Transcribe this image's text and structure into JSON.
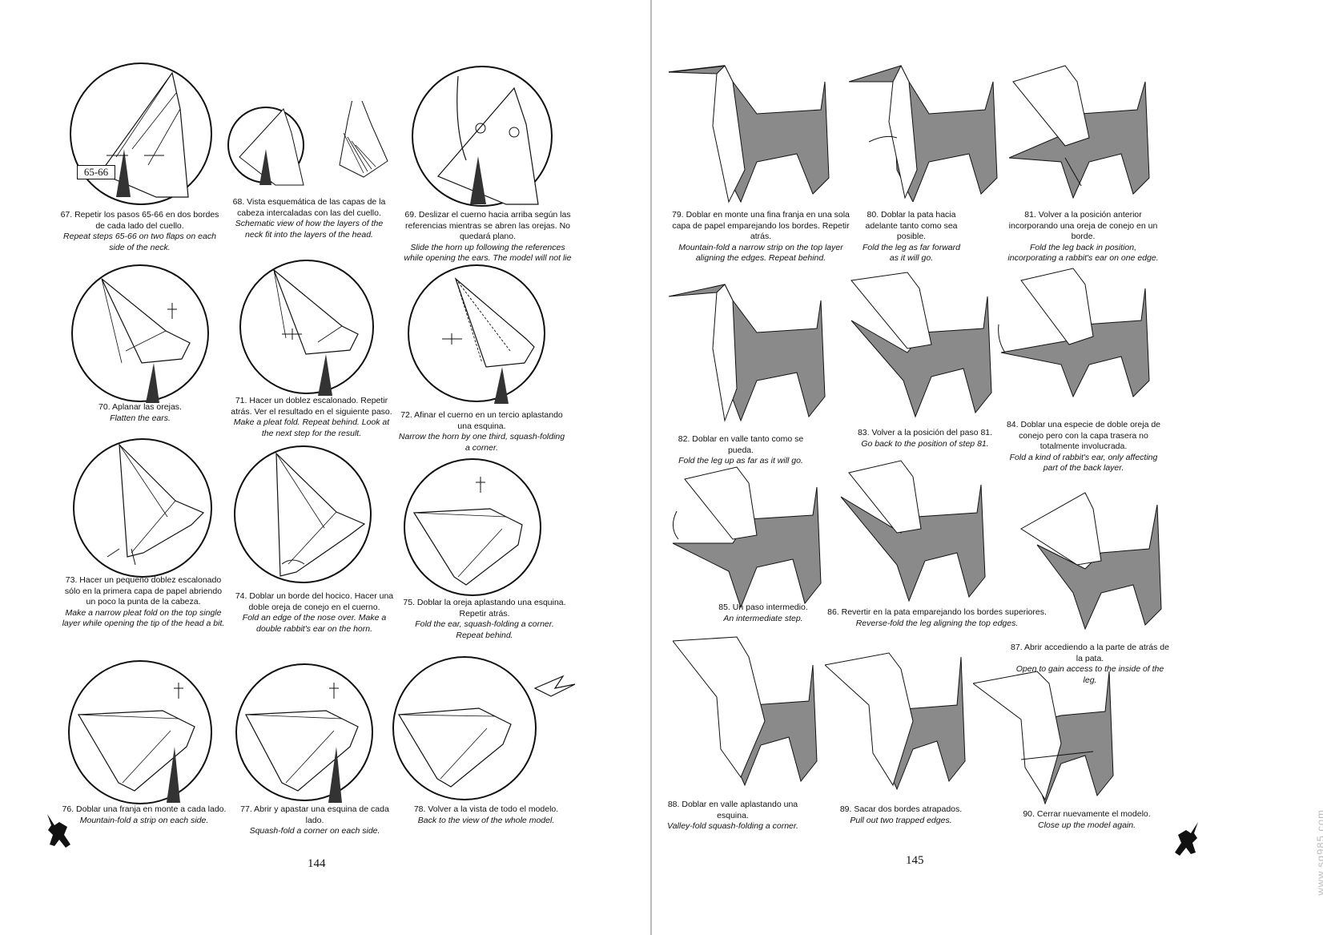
{
  "left_page": {
    "page_number": "144",
    "steps": [
      {
        "label_box": "65-66",
        "es": "67. Repetir los pasos 65-66 en dos bordes de cada lado del cuello.",
        "en": "Repeat steps 65-66 on two flaps on each side of the neck."
      },
      {
        "es": "68. Vista esquemática de las capas de la cabeza intercaladas con las del cuello.",
        "en": "Schematic view of how the layers of the neck fit into the layers of the head."
      },
      {
        "es": "69. Deslizar el cuerno hacia arriba según las referencias mientras se abren las orejas. No quedará plano.",
        "en": "Slide the horn up following the references while opening the ears. The model will not lie flat."
      },
      {
        "es": "70. Aplanar las orejas.",
        "en": "Flatten the ears."
      },
      {
        "es": "71. Hacer un doblez escalonado. Repetir atrás. Ver el resultado en el siguiente paso.",
        "en": "Make a pleat fold. Repeat behind. Look at the next step for the result."
      },
      {
        "es": "72. Afinar el cuerno en un tercio aplastando una esquina.",
        "en": "Narrow the horn by one third, squash-folding a corner."
      },
      {
        "es": "73. Hacer un pequeño doblez escalonado sólo en la primera capa de papel abriendo un poco la punta de la cabeza.",
        "en": "Make a narrow pleat fold on the top single layer while opening the tip of the head a bit."
      },
      {
        "es": "74. Doblar un borde del hocico. Hacer una doble oreja de conejo en el cuerno.",
        "en": "Fold an edge of the nose over. Make a double rabbit's ear on the horn."
      },
      {
        "es": "75. Doblar la oreja aplastando una esquina. Repetir atrás.",
        "en": "Fold the ear, squash-folding a corner. Repeat behind."
      },
      {
        "es": "76. Doblar una franja en monte a cada lado.",
        "en": "Mountain-fold a strip on each side."
      },
      {
        "es": "77. Abrir y apastar una esquina de cada lado.",
        "en": "Squash-fold a corner on each side."
      },
      {
        "es": "78. Volver a la vista de todo el modelo.",
        "en": "Back to the view of the whole model."
      }
    ]
  },
  "right_page": {
    "page_number": "145",
    "steps": [
      {
        "es": "79. Doblar en monte una fina franja en una sola capa de papel emparejando los bordes. Repetir atrás.",
        "en": "Mountain-fold a narrow strip on the top layer aligning the edges. Repeat behind."
      },
      {
        "es": "80. Doblar la pata hacia adelante tanto como sea posible.",
        "en": "Fold the leg as far forward as it will go."
      },
      {
        "es": "81. Volver a la posición anterior incorporando una oreja de conejo en un borde.",
        "en": "Fold the leg back in position, incorporating a rabbit's ear on one edge."
      },
      {
        "es": "82. Doblar en valle tanto como se pueda.",
        "en": "Fold the leg up as far as it will go."
      },
      {
        "es": "83. Volver a la posición del paso 81.",
        "en": "Go back to the position of step 81."
      },
      {
        "es": "84. Doblar una especie de doble oreja de conejo pero con la capa trasera no totalmente involucrada.",
        "en": "Fold a kind of rabbit's ear, only affecting part of the back layer."
      },
      {
        "es": "85. Un paso intermedio.",
        "en": "An intermediate step."
      },
      {
        "es": "86. Revertir en la pata emparejando los bordes superiores.",
        "en": "Reverse-fold the leg aligning the top edges."
      },
      {
        "es": "87. Abrir accediendo a la parte de atrás de la pata.",
        "en": "Open to gain access to the inside of the leg."
      },
      {
        "es": "88. Doblar en valle aplastando una esquina.",
        "en": "Valley-fold squash-folding a corner."
      },
      {
        "es": "89. Sacar dos bordes atrapados.",
        "en": "Pull out two trapped edges."
      },
      {
        "es": "90. Cerrar nuevamente el modelo.",
        "en": "Close up the model again."
      }
    ]
  },
  "watermark": "www.sg985.com",
  "colors": {
    "paper_shade": "#8a8a8a",
    "line": "#111111"
  }
}
